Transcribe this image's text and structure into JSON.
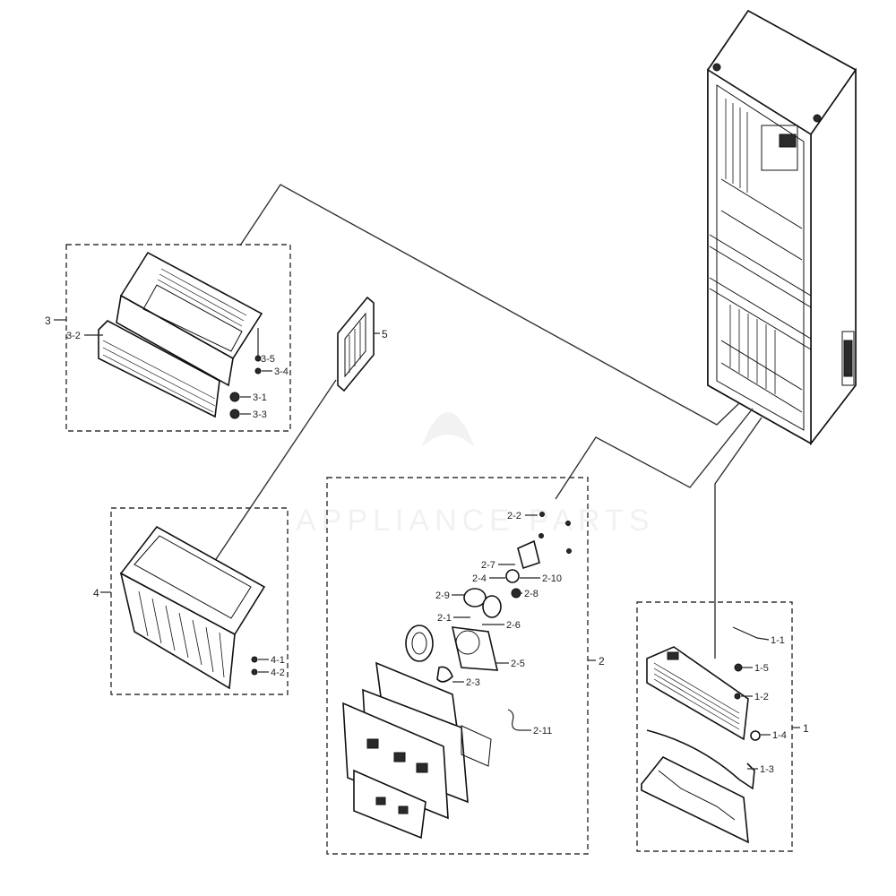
{
  "watermark": "APPLIANCE PARTS",
  "groups": {
    "g1": "1",
    "g2": "2",
    "g3": "3",
    "g4": "4",
    "g5": "5"
  },
  "parts": {
    "p1_1": "1-1",
    "p1_2": "1-2",
    "p1_3": "1-3",
    "p1_4": "1-4",
    "p1_5": "1-5",
    "p2_1": "2-1",
    "p2_2": "2-2",
    "p2_3": "2-3",
    "p2_4": "2-4",
    "p2_5": "2-5",
    "p2_6": "2-6",
    "p2_7": "2-7",
    "p2_8": "2-8",
    "p2_9": "2-9",
    "p2_10": "2-10",
    "p2_11": "2-11",
    "p3_1": "3-1",
    "p3_2": "3-2",
    "p3_3": "3-3",
    "p3_4": "3-4",
    "p3_5": "3-5",
    "p4_1": "4-1",
    "p4_2": "4-2"
  }
}
